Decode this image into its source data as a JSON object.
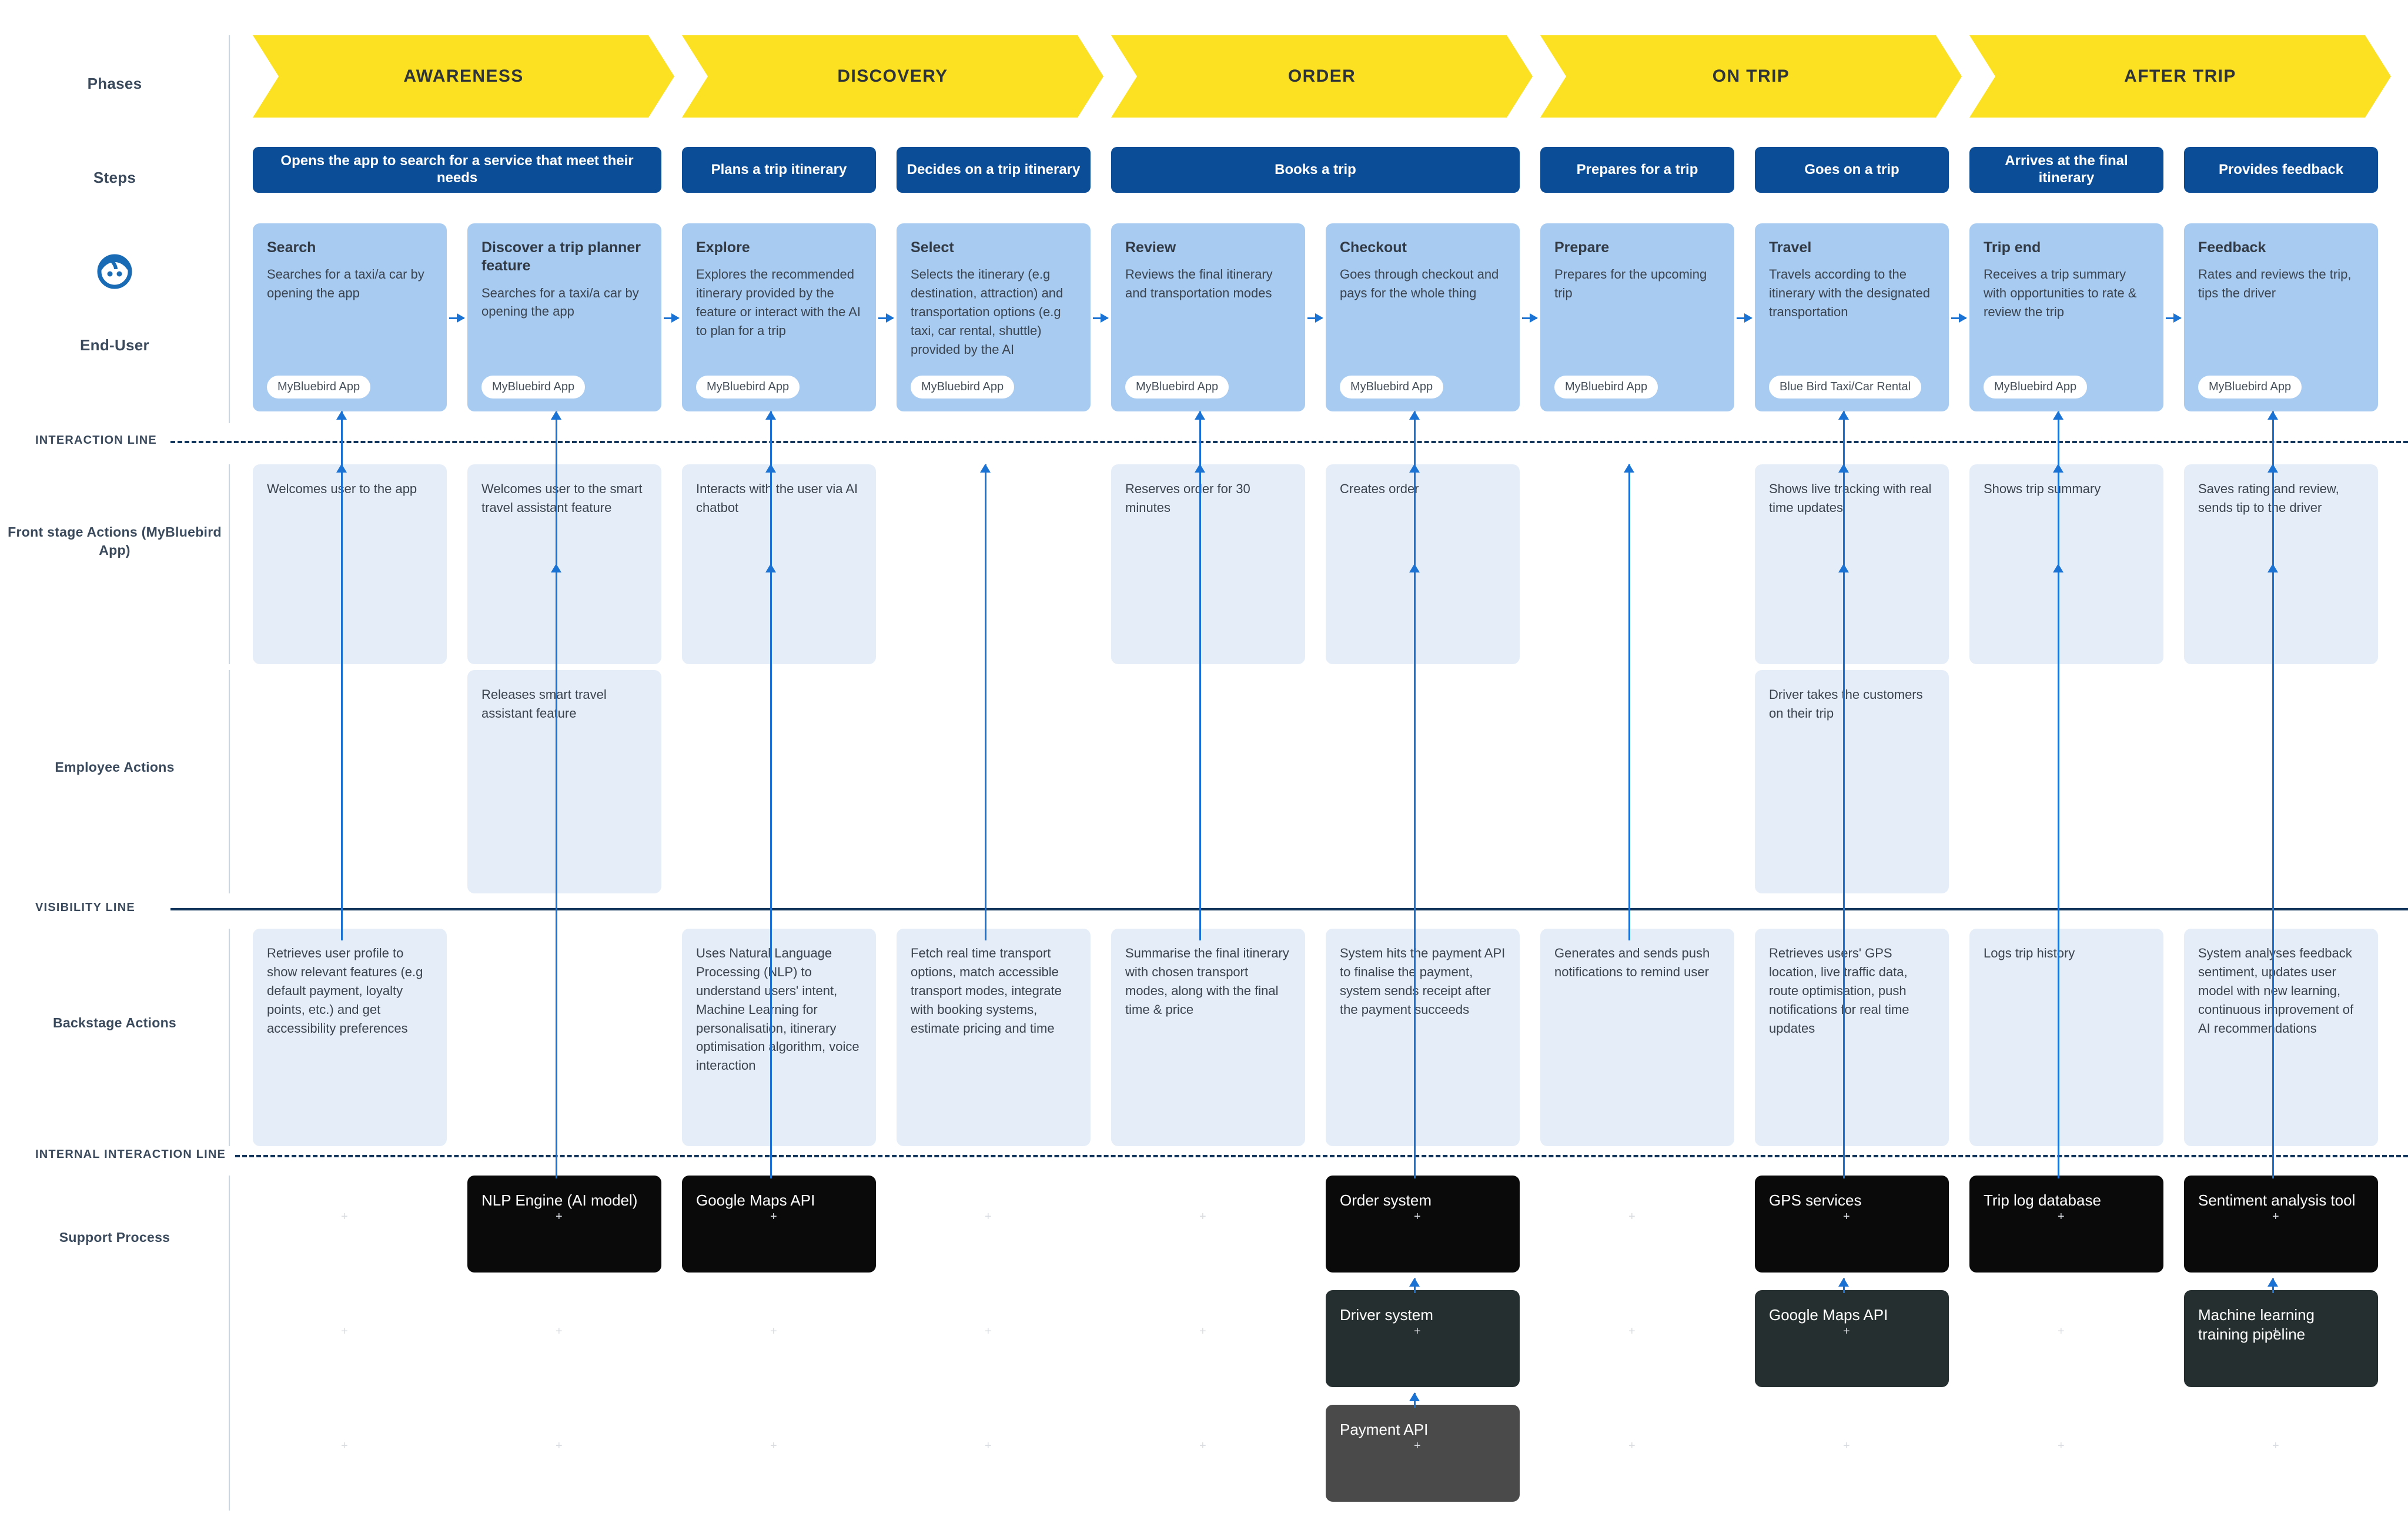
{
  "row_labels": {
    "phases": "Phases",
    "steps": "Steps",
    "end_user": "End-User",
    "front_stage": "Front stage Actions (MyBluebird App)",
    "employee": "Employee Actions",
    "backstage": "Backstage Actions",
    "support": "Support Process"
  },
  "separators": {
    "interaction": "INTERACTION LINE",
    "visibility": "VISIBILITY LINE",
    "internal": "INTERNAL INTERACTION LINE"
  },
  "colors": {
    "phase_yellow": "#FBE122",
    "step_blue": "#0B4D96",
    "enduser_card": "#A8CBF2",
    "stage_card": "#E5EDF8",
    "arrow_blue": "#1a73d4",
    "line_navy": "#12355B",
    "support_black": "#0a0a0a"
  },
  "icons": {
    "end_user": "person-face-icon"
  },
  "phases": [
    {
      "label": "AWARENESS"
    },
    {
      "label": "DISCOVERY"
    },
    {
      "label": "ORDER"
    },
    {
      "label": "ON TRIP"
    },
    {
      "label": "AFTER TRIP"
    }
  ],
  "steps": [
    {
      "label": "Opens the app to search for a service that meet their needs"
    },
    {
      "label": "Plans a trip itinerary"
    },
    {
      "label": "Decides on a trip itinerary"
    },
    {
      "label": "Books a trip"
    },
    {
      "label": "Prepares for a trip"
    },
    {
      "label": "Goes on a trip"
    },
    {
      "label": "Arrives at the final itinerary"
    },
    {
      "label": "Provides feedback"
    }
  ],
  "end_user_cards": [
    {
      "title": "Search",
      "body": "Searches for a taxi/a car by opening the app",
      "chip": "MyBluebird App"
    },
    {
      "title": "Discover a trip planner feature",
      "body": "Searches for a taxi/a car by opening the app",
      "chip": "MyBluebird App"
    },
    {
      "title": "Explore",
      "body": "Explores the recommended itinerary provided by the feature or interact with the AI to plan for a trip",
      "chip": "MyBluebird App"
    },
    {
      "title": "Select",
      "body": "Selects the itinerary (e.g destination, attraction) and transportation options (e.g taxi, car rental, shuttle) provided by the AI",
      "chip": "MyBluebird App"
    },
    {
      "title": "Review",
      "body": "Reviews the final itinerary and transportation modes",
      "chip": "MyBluebird App"
    },
    {
      "title": "Checkout",
      "body": "Goes through checkout and pays for the whole thing",
      "chip": "MyBluebird App"
    },
    {
      "title": "Prepare",
      "body": "Prepares for the upcoming trip",
      "chip": "MyBluebird App"
    },
    {
      "title": "Travel",
      "body": "Travels according to the itinerary with the designated transportation",
      "chip": "Blue Bird Taxi/Car Rental"
    },
    {
      "title": "Trip end",
      "body": "Receives a trip summary with opportunities to rate & review the trip",
      "chip": "MyBluebird App"
    },
    {
      "title": "Feedback",
      "body": "Rates and reviews the trip, tips the driver",
      "chip": "MyBluebird App"
    }
  ],
  "front_stage_cards": [
    {
      "body": "Welcomes user to the app"
    },
    {
      "body": "Welcomes user to the smart travel assistant feature"
    },
    {
      "body": "Interacts with the user via AI chatbot"
    },
    {
      "body": ""
    },
    {
      "body": "Reserves order for 30 minutes"
    },
    {
      "body": "Creates order"
    },
    {
      "body": ""
    },
    {
      "body": "Shows live tracking with real time updates"
    },
    {
      "body": "Shows trip summary"
    },
    {
      "body": "Saves rating and review, sends tip to the driver"
    }
  ],
  "employee_cards": [
    {
      "body": ""
    },
    {
      "body": "Releases smart travel assistant feature"
    },
    {
      "body": ""
    },
    {
      "body": ""
    },
    {
      "body": ""
    },
    {
      "body": ""
    },
    {
      "body": ""
    },
    {
      "body": "Driver takes the customers on their trip"
    },
    {
      "body": ""
    },
    {
      "body": ""
    }
  ],
  "backstage_cards": [
    {
      "body": "Retrieves user profile to show relevant features (e.g default payment, loyalty points, etc.) and get accessibility preferences"
    },
    {
      "body": ""
    },
    {
      "body": "Uses Natural Language Processing (NLP) to understand users' intent, Machine Learning for personalisation, itinerary optimisation algorithm, voice interaction"
    },
    {
      "body": "Fetch real time transport options, match accessible transport modes, integrate with booking systems, estimate pricing and time"
    },
    {
      "body": "Summarise the final itinerary with chosen transport modes, along with the final time & price"
    },
    {
      "body": "System hits the payment API to finalise the payment, system sends receipt after the payment succeeds"
    },
    {
      "body": "Generates and sends push notifications to remind user"
    },
    {
      "body": "Retrieves users' GPS location, live traffic data, route optimisation, push notifications for real time updates"
    },
    {
      "body": "Logs trip history"
    },
    {
      "body": "System analyses feedback sentiment, updates user model with new learning, continuous improvement of AI recommendations"
    }
  ],
  "support_cards": [
    {
      "label": "NLP Engine (AI model)",
      "column": 2,
      "tier": 1,
      "shade": "black"
    },
    {
      "label": "Google Maps API",
      "column": 3,
      "tier": 1,
      "shade": "black"
    },
    {
      "label": "Order system",
      "column": 6,
      "tier": 1,
      "shade": "black"
    },
    {
      "label": "Driver system",
      "column": 6,
      "tier": 2,
      "shade": "dark1"
    },
    {
      "label": "Payment API",
      "column": 6,
      "tier": 3,
      "shade": "dark2"
    },
    {
      "label": "GPS services",
      "column": 8,
      "tier": 1,
      "shade": "black"
    },
    {
      "label": "Google Maps API",
      "column": 8,
      "tier": 2,
      "shade": "dark1"
    },
    {
      "label": "Trip log database",
      "column": 9,
      "tier": 1,
      "shade": "black"
    },
    {
      "label": "Sentiment analysis tool",
      "column": 10,
      "tier": 1,
      "shade": "black"
    },
    {
      "label": "Machine learning training pipeline",
      "column": 10,
      "tier": 2,
      "shade": "dark1"
    }
  ]
}
